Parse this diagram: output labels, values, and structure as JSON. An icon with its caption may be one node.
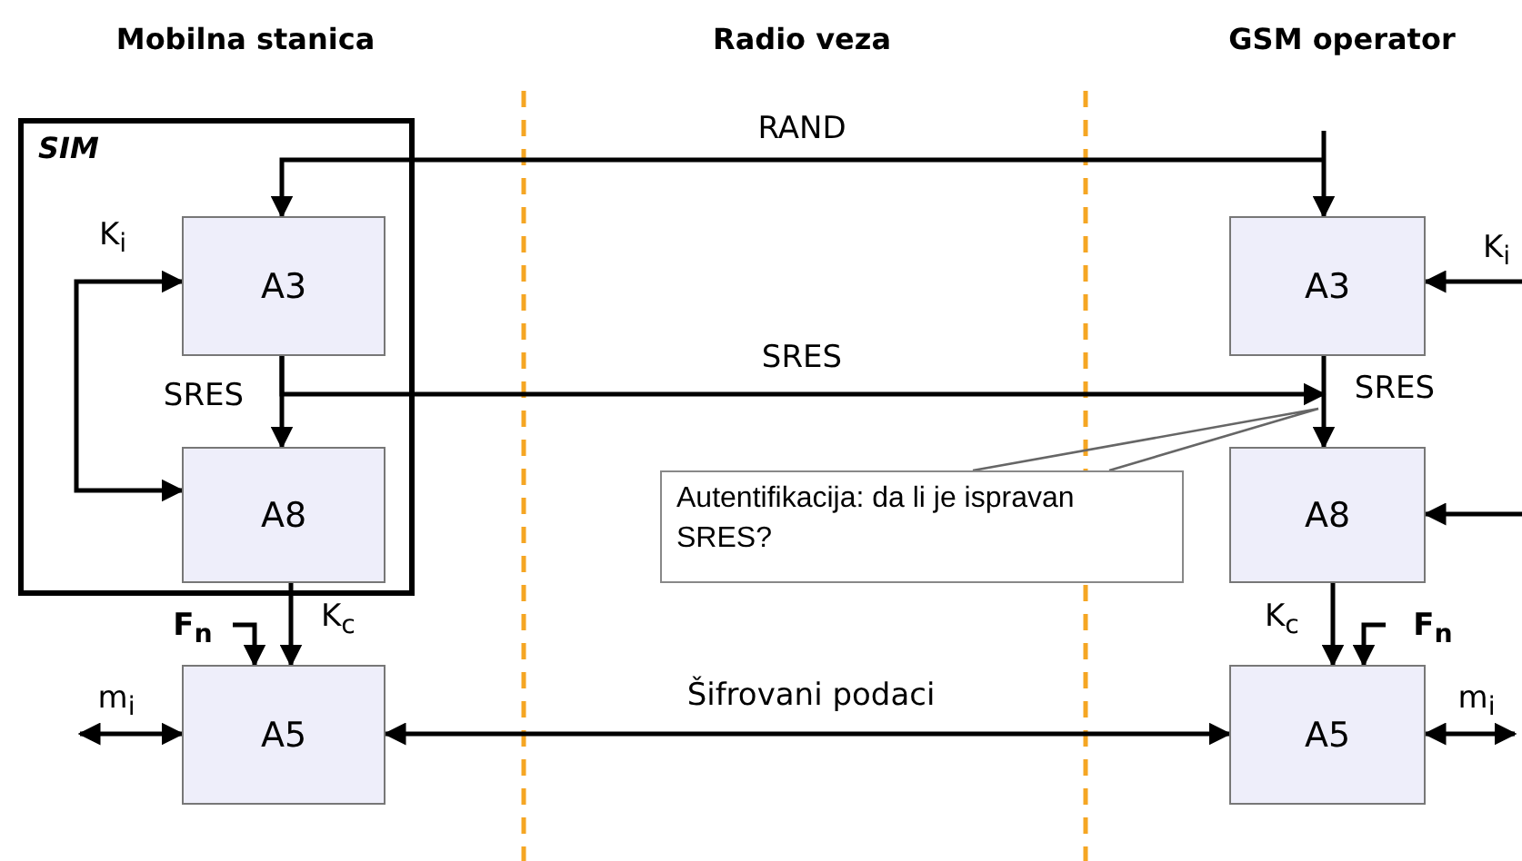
{
  "diagram": {
    "nodes": [
      {
        "text": [
          "SIM"
        ]
      },
      {
        "text": [
          "A3"
        ],
        "in": 0
      },
      {
        "text": [
          "A8"
        ],
        "in": 0
      },
      {
        "text": [
          "A5"
        ]
      },
      {
        "text": [
          "A3"
        ]
      },
      {
        "text": [
          "A8"
        ]
      },
      {
        "text": [
          "A5"
        ]
      },
      {
        "text": [
          "Autentifikacija: da li je ispravan SRES?"
        ]
      }
    ],
    "edges": [
      {
        "from": null,
        "to": 4,
        "arrow": "to"
      },
      {
        "from": null,
        "to": 1,
        "arrow": "to",
        "label": "RAND"
      },
      {
        "from": null,
        "to": 1,
        "arrow": "to",
        "label": "K$_{i}$"
      },
      {
        "from": null,
        "to": 2,
        "arrow": "to"
      },
      {
        "from": 1,
        "to": 2,
        "arrow": "to",
        "label": "SRES"
      },
      {
        "from": 1,
        "to": 4,
        "arrow": "to",
        "label": "SRES"
      },
      {
        "from": 2,
        "to": 3,
        "arrow": "to",
        "label": "K$_{c}$"
      },
      {
        "from": null,
        "to": 3,
        "arrow": "to",
        "label": "F$_{n}$"
      },
      {
        "from": null,
        "to": 3,
        "arrow": "both",
        "label": "m$_{i}$"
      },
      {
        "from": 3,
        "to": 6,
        "arrow": "both",
        "label": "Šifrovani podaci"
      },
      {
        "from": null,
        "to": 4,
        "arrow": "to",
        "label": "K$_{i}$"
      },
      {
        "from": null,
        "to": 5,
        "arrow": "to"
      },
      {
        "from": 4,
        "to": 5,
        "arrow": "to",
        "label": "SRES"
      },
      {
        "from": 5,
        "to": 6,
        "arrow": "to",
        "label": "K$_{c}$"
      },
      {
        "from": null,
        "to": 6,
        "arrow": "to",
        "label": "F$_{n}$"
      },
      {
        "from": null,
        "to": 6,
        "arrow": "both",
        "label": "m$_{i}$"
      },
      {
        "from": 7,
        "to": null,
        "arrow": "none",
        "color": "#666666"
      }
    ],
    "labels": [
      "Mobilna stanica",
      "Radio veza",
      "GSM operator"
    ]
  }
}
